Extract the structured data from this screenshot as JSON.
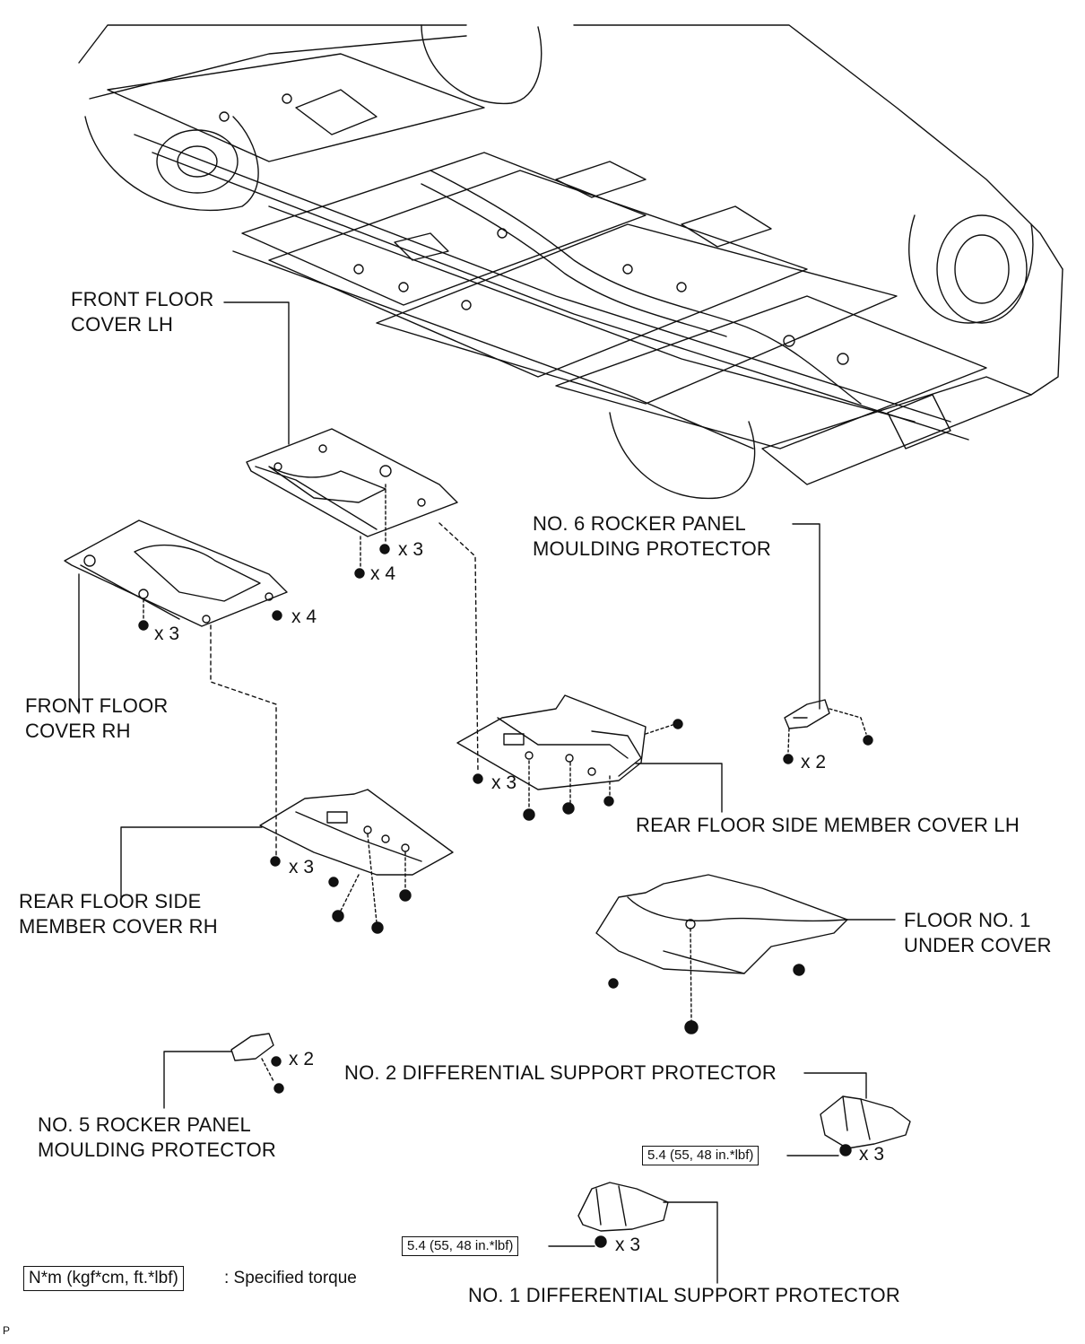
{
  "labels": {
    "front_floor_cover_lh": [
      "FRONT FLOOR",
      "COVER LH"
    ],
    "front_floor_cover_rh": [
      "FRONT FLOOR",
      "COVER RH"
    ],
    "no6_rocker": [
      "NO. 6 ROCKER PANEL",
      "MOULDING PROTECTOR"
    ],
    "rear_floor_side_lh": "REAR FLOOR SIDE MEMBER COVER LH",
    "rear_floor_side_rh": [
      "REAR FLOOR SIDE",
      "MEMBER COVER RH"
    ],
    "floor_no1_under": [
      "FLOOR NO. 1",
      "UNDER COVER"
    ],
    "no2_diff": "NO. 2 DIFFERENTIAL SUPPORT PROTECTOR",
    "no5_rocker": [
      "NO. 5 ROCKER PANEL",
      "MOULDING PROTECTOR"
    ],
    "no1_diff": "NO. 1 DIFFERENTIAL SUPPORT PROTECTOR"
  },
  "quantities": {
    "lh_x3": "x 3",
    "lh_x4": "x 4",
    "rh_x3": "x 3",
    "rh_x4": "x 4",
    "rear_lh_x3": "x 3",
    "rear_rh_x3": "x 3",
    "no6_x2": "x 2",
    "no5_x2": "x 2",
    "no2_x3": "x 3",
    "no1_x3": "x 3"
  },
  "torque": {
    "no2": "5.4 (55, 48 in.*lbf)",
    "no1": "5.4 (55, 48 in.*lbf)"
  },
  "legend": {
    "box": "N*m (kgf*cm, ft.*lbf)",
    "text": ": Specified torque"
  },
  "code": "P"
}
